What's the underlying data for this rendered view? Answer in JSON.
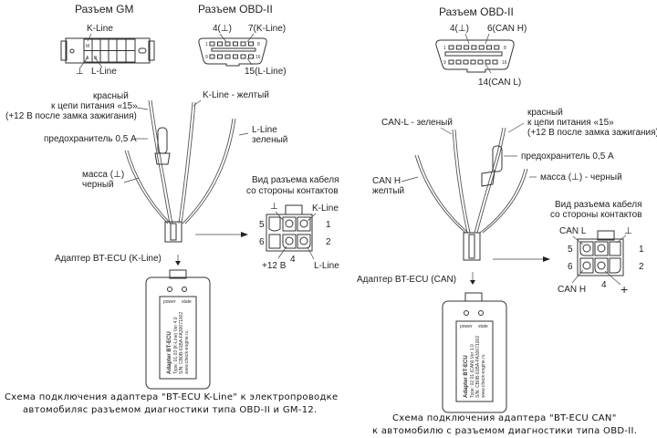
{
  "left": {
    "gm_connector": {
      "title": "Разъем GM",
      "pin_labels": {
        "top": "K-Line",
        "ground": "⊥",
        "bottom": "L-Line"
      },
      "pin_letters": [
        "M",
        "A",
        "B"
      ]
    },
    "obd_connector": {
      "title": "Разъем OBD-II",
      "pin4": "4(⊥)",
      "pin7": "7(K-Line)",
      "pin15": "15(L-Line)",
      "row1_start": "1",
      "row1_end": "8",
      "row2_start": "9",
      "row2_end": "16"
    },
    "wires": {
      "red_line1": "красный",
      "red_line2": "к цепи питания «15»",
      "red_line3": "(+12 В после замка зажигания)",
      "kline": "K-Line - желтый",
      "lline1": "L-Line",
      "lline2": "зеленый",
      "fuse": "предохранитель 0,5 А",
      "ground1": "масса (⊥)",
      "ground2": "черный"
    },
    "cable_view": {
      "title1": "Вид разъема кабеля",
      "title2": "со стороны контактов",
      "ground": "⊥",
      "kline": "K-Line",
      "lline": "L-Line",
      "plus12": "+12 В",
      "pins": [
        "5",
        "6",
        "1",
        "2",
        "4"
      ]
    },
    "adapter": {
      "label": "Адаптер BT-ECU (K-Line)",
      "power": "power",
      "state": "state",
      "name": "Adapter BT-ECU",
      "type": "Type: 01.03 (K-Line)  Ver 4.0",
      "sn": "S/N: CB0B-91BA-FA30071002",
      "web": "www.check-engine.ru"
    },
    "caption1": "Схема подключения адаптера \"BT-ECU K-Line\" к электропроводке",
    "caption2": "автомобиляс разъемом диагностики типа OBD-II и GM-12."
  },
  "right": {
    "obd_connector": {
      "title": "Разъем OBD-II",
      "pin4": "4(⊥)",
      "pin6": "6(CAN H)",
      "pin14": "14(CAN L)",
      "row1_start": "1",
      "row1_end": "8",
      "row2_start": "9",
      "row2_end": "16"
    },
    "wires": {
      "canl": "CAN-L - зеленый",
      "red_line1": "красный",
      "red_line2": "к цепи питания «15»",
      "red_line3": "(+12 В после замка зажигания)",
      "fuse": "предохранитель 0,5 А",
      "ground": "масса (⊥) - черный",
      "canh1": "CAN H",
      "canh2": "желтый"
    },
    "cable_view": {
      "title1": "Вид разъема кабеля",
      "title2": "со стороны контактов",
      "canl": "CAN L",
      "canh": "CAN H",
      "ground": "⊥",
      "plus": "+",
      "pins": [
        "5",
        "6",
        "1",
        "2",
        "4"
      ]
    },
    "adapter": {
      "label": "Адаптер BT-ECU (CAN)",
      "power": "power",
      "state": "state",
      "name": "Adapter BT-ECU",
      "type": "Type: 02.01 (CAN)  Ver 1.0",
      "sn": "S/N: CB0B-91BA-FA30071002",
      "web": "www.check-engine.ru"
    },
    "caption1": "Схема подключения адаптера \"BT-ECU CAN\"",
    "caption2": "к автомобилю с разъемом диагностики типа OBD-II."
  }
}
